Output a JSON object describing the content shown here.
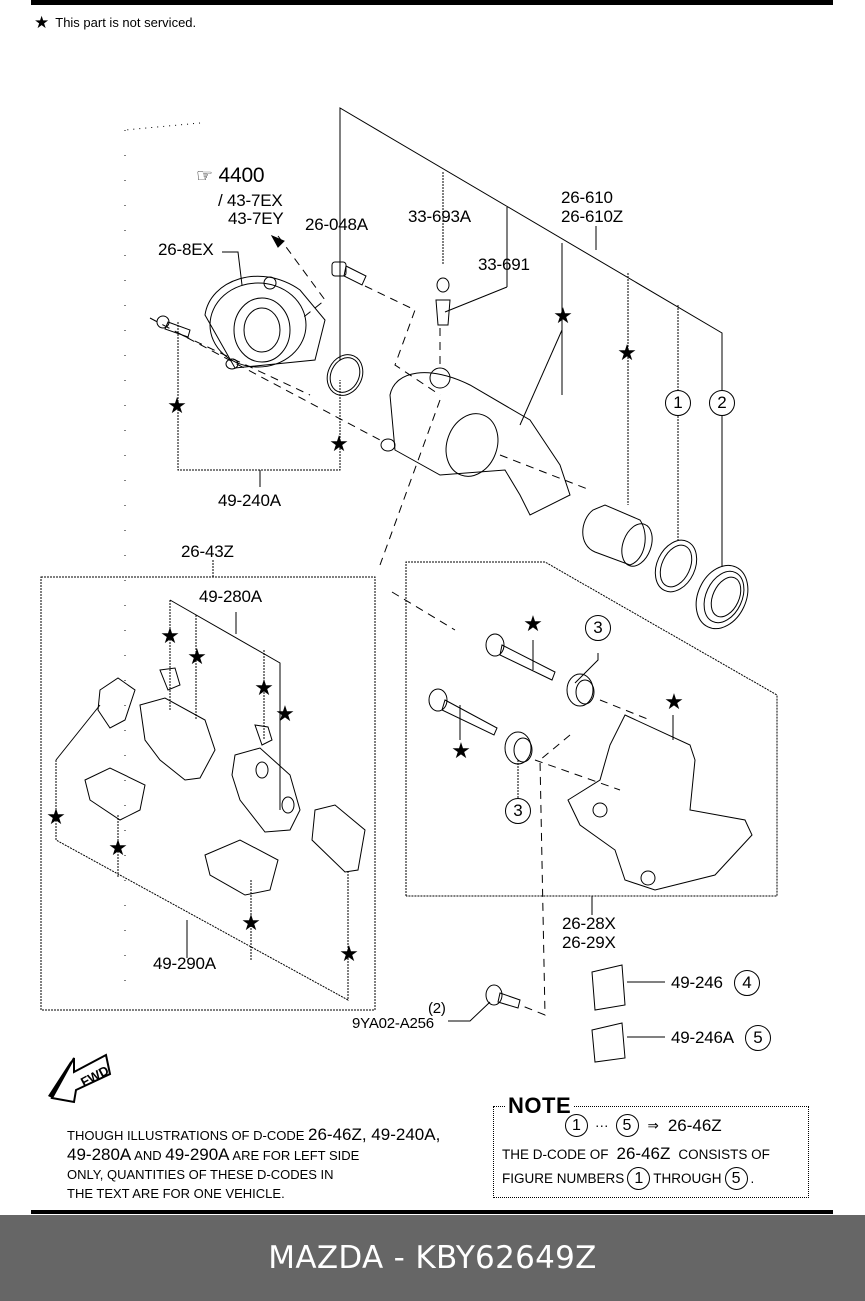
{
  "legend": {
    "icon": "star-icon",
    "symbol": "★",
    "text": "This part is not serviced."
  },
  "reference": {
    "icon": "pointing-hand-icon",
    "number": "4400",
    "codes": [
      "/ 43-7EX",
      "43-7EY"
    ]
  },
  "part_labels": {
    "p26_8EX": "26-8EX",
    "p26_048A": "26-048A",
    "p33_693A": "33-693A",
    "p33_691": "33-691",
    "p26_610": "26-610",
    "p26_610Z": "26-610Z",
    "p49_240A": "49-240A",
    "p26_43Z": "26-43Z",
    "p49_280A": "49-280A",
    "p49_290A": "49-290A",
    "p26_28X": "26-28X",
    "p26_29X": "26-29X",
    "p49_246": "49-246",
    "p49_246A": "49-246A",
    "p9YA02": "9YA02-A256",
    "p9YA02_qty": "(2)"
  },
  "figure_numbers": {
    "n1": "1",
    "n2": "2",
    "n3": "3",
    "n4": "4",
    "n5": "5"
  },
  "star_symbol": "★",
  "fwd_label": "FWD",
  "disclaimer": {
    "l1a": "THOUGH ILLUSTRATIONS OF D-CODE ",
    "l1b": "26-46Z, 49-240A,",
    "l2a": "49-280A",
    "l2b": " AND ",
    "l2c": "49-290A",
    "l2d": " ARE FOR LEFT SIDE",
    "l3": "ONLY, QUANTITIES OF THESE D-CODES IN",
    "l4": "THE TEXT ARE FOR ONE VEHICLE."
  },
  "note": {
    "title": "NOTE",
    "range_start": "1",
    "ellipsis": "···",
    "range_end": "5",
    "arrow": "⇒",
    "code": "26-46Z",
    "line2a": "THE D-CODE OF",
    "line2b": "26-46Z",
    "line2c": "CONSISTS OF",
    "line3a": "FIGURE NUMBERS",
    "line3b": "1",
    "line3c": "THROUGH",
    "line3d": "5",
    "line3e": "."
  },
  "footer": {
    "title": "MAZDA - KBY62649Z"
  }
}
